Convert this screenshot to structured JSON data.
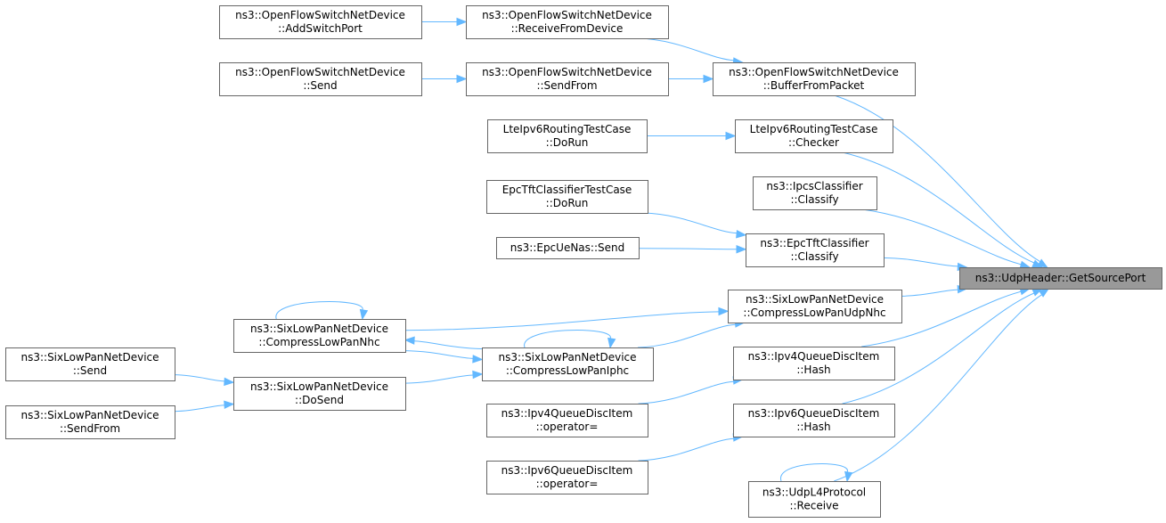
{
  "graph": {
    "focus_color": "#999999",
    "node_color": "#ffffff",
    "edge_color": "#63b8ff",
    "nodes": {
      "target": {
        "lines": [
          "ns3::UdpHeader::GetSourcePort"
        ],
        "focus": true
      },
      "addswitchport": {
        "lines": [
          "ns3::OpenFlowSwitchNetDevice",
          "::AddSwitchPort"
        ]
      },
      "recvfromdev": {
        "lines": [
          "ns3::OpenFlowSwitchNetDevice",
          "::ReceiveFromDevice"
        ]
      },
      "ofsend": {
        "lines": [
          "ns3::OpenFlowSwitchNetDevice",
          "::Send"
        ]
      },
      "ofsendfrom": {
        "lines": [
          "ns3::OpenFlowSwitchNetDevice",
          "::SendFrom"
        ]
      },
      "bufferfrompkt": {
        "lines": [
          "ns3::OpenFlowSwitchNetDevice",
          "::BufferFromPacket"
        ]
      },
      "lte_dorun": {
        "lines": [
          "LteIpv6RoutingTestCase",
          "::DoRun"
        ]
      },
      "lte_checker": {
        "lines": [
          "LteIpv6RoutingTestCase",
          "::Checker"
        ]
      },
      "ipcs": {
        "lines": [
          "ns3::IpcsClassifier",
          "::Classify"
        ]
      },
      "epctft_dorun": {
        "lines": [
          "EpcTftClassifierTestCase",
          "::DoRun"
        ]
      },
      "epcuenas": {
        "lines": [
          "ns3::EpcUeNas::Send"
        ]
      },
      "epctft_cls": {
        "lines": [
          "ns3::EpcTftClassifier",
          "::Classify"
        ]
      },
      "compudpnhc": {
        "lines": [
          "ns3::SixLowPanNetDevice",
          "::CompressLowPanUdpNhc"
        ]
      },
      "compnhc": {
        "lines": [
          "ns3::SixLowPanNetDevice",
          "::CompressLowPanNhc"
        ]
      },
      "compiphc": {
        "lines": [
          "ns3::SixLowPanNetDevice",
          "::CompressLowPanIphc"
        ]
      },
      "slsend": {
        "lines": [
          "ns3::SixLowPanNetDevice",
          "::Send"
        ]
      },
      "sldosend": {
        "lines": [
          "ns3::SixLowPanNetDevice",
          "::DoSend"
        ]
      },
      "slsendfrom": {
        "lines": [
          "ns3::SixLowPanNetDevice",
          "::SendFrom"
        ]
      },
      "ipv4hash": {
        "lines": [
          "ns3::Ipv4QueueDiscItem",
          "::Hash"
        ]
      },
      "ipv4op": {
        "lines": [
          "ns3::Ipv4QueueDiscItem",
          "::operator="
        ]
      },
      "ipv6hash": {
        "lines": [
          "ns3::Ipv6QueueDiscItem",
          "::Hash"
        ]
      },
      "ipv6op": {
        "lines": [
          "ns3::Ipv6QueueDiscItem",
          "::operator="
        ]
      },
      "udpl4recv": {
        "lines": [
          "ns3::UdpL4Protocol",
          "::Receive"
        ]
      }
    },
    "edges": [
      {
        "from": "addswitchport",
        "to": "recvfromdev"
      },
      {
        "from": "recvfromdev",
        "to": "bufferfrompkt"
      },
      {
        "from": "ofsend",
        "to": "ofsendfrom"
      },
      {
        "from": "ofsendfrom",
        "to": "bufferfrompkt"
      },
      {
        "from": "bufferfrompkt",
        "to": "target"
      },
      {
        "from": "lte_dorun",
        "to": "lte_checker"
      },
      {
        "from": "lte_checker",
        "to": "target"
      },
      {
        "from": "ipcs",
        "to": "target"
      },
      {
        "from": "epctft_dorun",
        "to": "epctft_cls"
      },
      {
        "from": "epcuenas",
        "to": "epctft_cls"
      },
      {
        "from": "epctft_cls",
        "to": "target"
      },
      {
        "from": "compnhc",
        "to": "compudpnhc"
      },
      {
        "from": "compiphc",
        "to": "compudpnhc"
      },
      {
        "from": "compudpnhc",
        "to": "target"
      },
      {
        "from": "compnhc",
        "to": "compnhc",
        "self": true
      },
      {
        "from": "compiphc",
        "to": "compiphc",
        "self": true
      },
      {
        "from": "compiphc",
        "to": "compnhc"
      },
      {
        "from": "compnhc",
        "to": "compiphc"
      },
      {
        "from": "slsend",
        "to": "sldosend"
      },
      {
        "from": "slsendfrom",
        "to": "sldosend"
      },
      {
        "from": "sldosend",
        "to": "compiphc"
      },
      {
        "from": "ipv4op",
        "to": "ipv4hash"
      },
      {
        "from": "ipv4hash",
        "to": "target"
      },
      {
        "from": "ipv6op",
        "to": "ipv6hash"
      },
      {
        "from": "ipv6hash",
        "to": "target"
      },
      {
        "from": "udpl4recv",
        "to": "udpl4recv",
        "self": true
      },
      {
        "from": "udpl4recv",
        "to": "target"
      }
    ]
  }
}
